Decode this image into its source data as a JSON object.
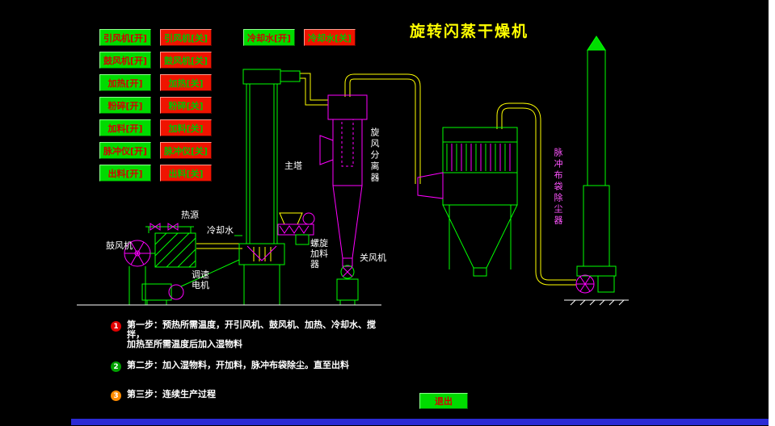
{
  "title": "旋转闪蒸干燥机",
  "controls": {
    "on": [
      "引风机[开]",
      "鼓风机[开]",
      "加热[开]",
      "粉碎[开]",
      "加料[开]",
      "脉冲仪[开]",
      "出料[开]"
    ],
    "off": [
      "引风机[关]",
      "鼓风机[关]",
      "加热[关]",
      "粉碎[关]",
      "加料[关]",
      "脉冲仪[关]",
      "出料[关]"
    ],
    "cooling_on": "冷却水[开]",
    "cooling_off": "冷却水[关]"
  },
  "diagram": {
    "labels": {
      "main_tower": "主塔",
      "cyclone": "旋风分离器",
      "dust_collector": "脉冲布袋除尘器",
      "blower": "鼓风机",
      "heat_source": "热源",
      "cooling_water": "冷却水",
      "speed_motor": "调速电机",
      "screw_feeder": "螺旋加料器",
      "airlock_fan": "关风机"
    }
  },
  "steps": [
    {
      "num": "1",
      "lines": [
        "第一步：预热所需温度，开引风机、鼓风机、加热、冷却水、搅",
        "拌，",
        "加热至所需温度后加入湿物料"
      ]
    },
    {
      "num": "2",
      "lines": [
        "第二步：加入湿物料，开加料，脉冲布袋除尘。直至出料"
      ]
    },
    {
      "num": "3",
      "lines": [
        "第三步：连续生产过程"
      ]
    }
  ],
  "exit_label": "退出",
  "colors": {
    "background": "#000000",
    "title": "#ffff00",
    "on_button": "#00db00",
    "on_button_text": "#d40000",
    "off_button": "#ef1400",
    "off_button_text": "#00c400",
    "pipe": "#ffff00",
    "equipment_green": "#00ff00",
    "equipment_magenta": "#ff00ff",
    "step1_badge": "#e00000",
    "step2_badge": "#00a000",
    "step3_badge": "#ff8c00",
    "taskbar": "#2b2bd5"
  }
}
